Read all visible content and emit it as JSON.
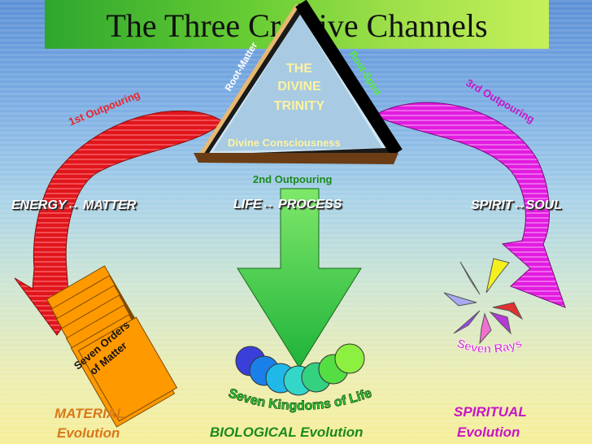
{
  "title": "The Three Creative Channels",
  "trinity": {
    "line1": "THE",
    "line2": "DIVINE",
    "line3": "TRINITY",
    "consciousness": "Divine Consciousness",
    "root_matter": "Root-Matter",
    "root_spirit": "Root-Spirit"
  },
  "outpourings": {
    "first": "1st Outpouring",
    "second": "2nd Outpouring",
    "third": "3rd Outpouring"
  },
  "channels": {
    "energy_matter": "ENERGY↔ MATTER",
    "life_process": "LIFE↔ PROCESS",
    "spirit_soul": "SPIRIT↔SOUL"
  },
  "groups": {
    "orders_line1": "Seven Orders",
    "orders_line2": "of Matter",
    "kingdoms": "Seven Kingdoms of Life",
    "rays": "Seven Rays"
  },
  "evolution": {
    "material_line1": "MATERIAL",
    "material_line2": "Evolution",
    "biological": "BIOLOGICAL Evolution",
    "spiritual_line1": "SPIRITUAL",
    "spiritual_line2": "Evolution"
  },
  "colors": {
    "red_arrow": "#e0161c",
    "magenta_arrow": "#e21ce0",
    "green_arrow": "#33cc33",
    "orange_cards": "#ff9900",
    "pour1": "#e8232a",
    "pour2": "#1d8a1d",
    "pour3": "#c814c8",
    "material": "#d8781a",
    "biological": "#1a8a1a",
    "spiritual": "#c814c8"
  },
  "kingdom_colors": [
    "#3b3fd9",
    "#1a7fe8",
    "#1fb8e8",
    "#33d6c8",
    "#33d180",
    "#55dd44",
    "#8cf040"
  ],
  "ray_colors": [
    "#f4f020",
    "#e03030",
    "#b43ad8",
    "#f070d0",
    "#9a48e8",
    "#a8a8f0",
    "#b0e8d8"
  ]
}
